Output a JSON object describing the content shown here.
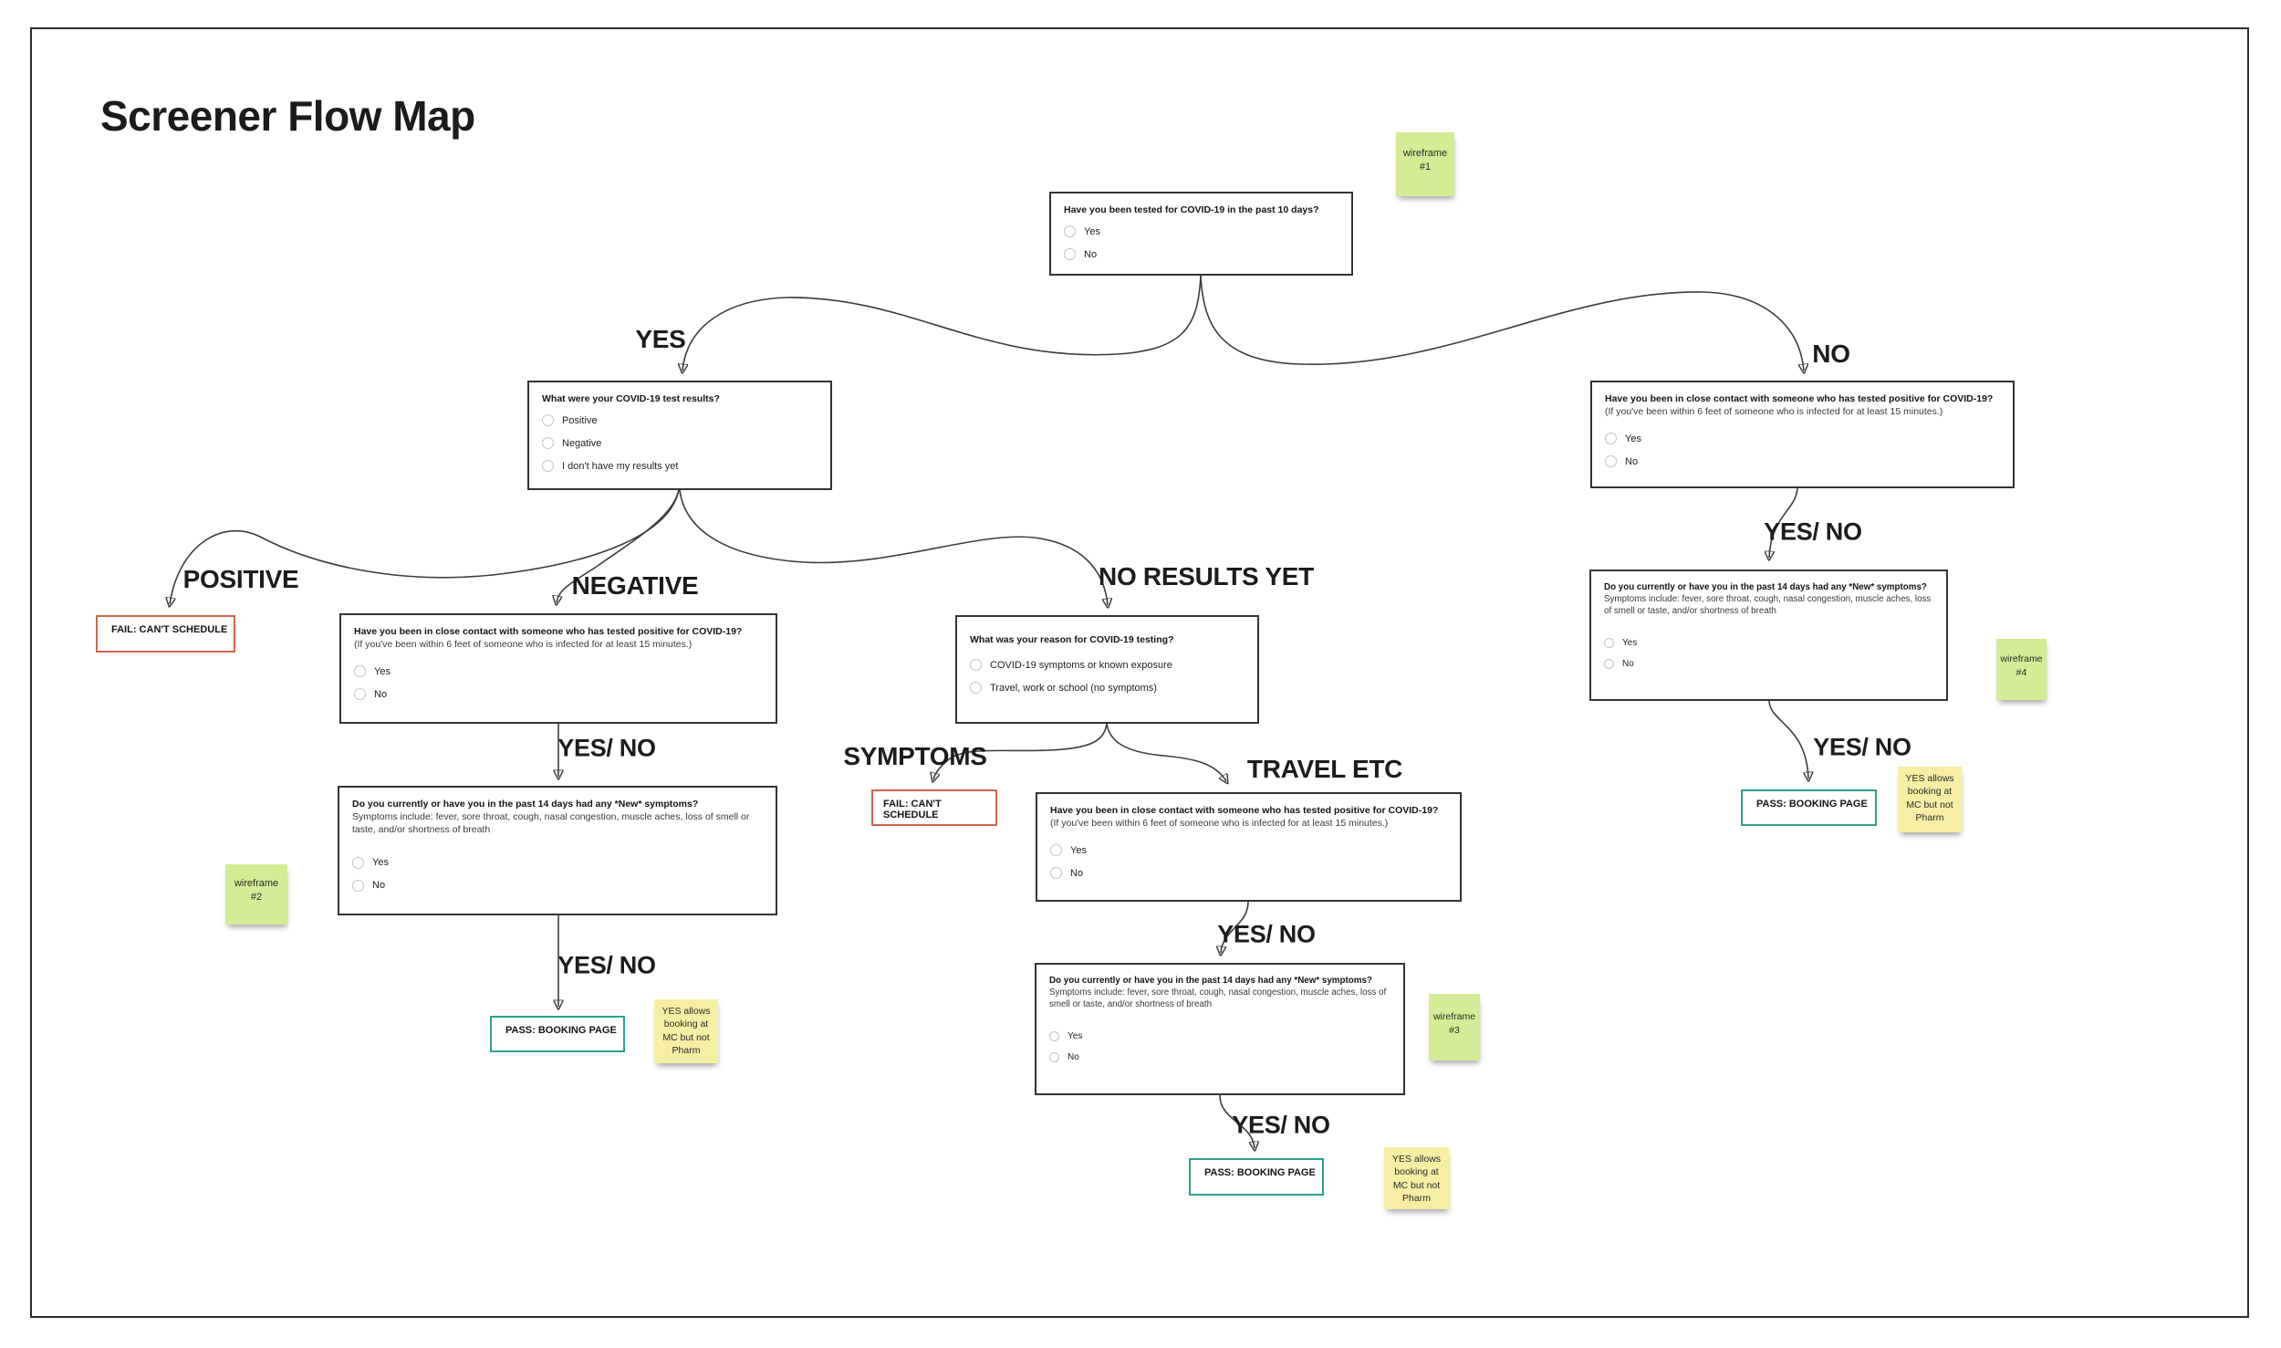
{
  "page": {
    "title": "Screener Flow Map"
  },
  "colors": {
    "fail_border": "#d0664d",
    "pass_border": "#2aa090",
    "sticky_green": "#d3ec95",
    "sticky_yellow": "#f6efa3",
    "connector_line": "#3c3c3c",
    "text": "#1a1a1a"
  },
  "edge_labels": {
    "yes": "YES",
    "no": "NO",
    "positive": "POSITIVE",
    "negative": "NEGATIVE",
    "no_results": "NO RESULTS YET",
    "symptoms": "SYMPTOMS",
    "travel": "TRAVEL ETC",
    "yes_no": "YES/ NO"
  },
  "nodes": {
    "tested": {
      "question": "Have you been tested for COVID-19 in the past 10 days?",
      "options": [
        "Yes",
        "No"
      ]
    },
    "results": {
      "question": "What were your COVID-19 test results?",
      "options": [
        "Positive",
        "Negative",
        "I don't have my results yet"
      ]
    },
    "neg_contact": {
      "question": "Have you been in close contact with someone who has tested positive for COVID-19?",
      "note": "(If you've been within 6 feet of someone who is infected for at least 15 minutes.)",
      "options": [
        "Yes",
        "No"
      ]
    },
    "neg_symptoms": {
      "question": "Do you currently or have you in the past 14 days had any *New* symptoms?",
      "note": "Symptoms include: fever, sore throat, cough, nasal congestion, muscle aches, loss of smell or taste, and/or shortness of breath",
      "options": [
        "Yes",
        "No"
      ]
    },
    "reason": {
      "question": "What was your reason for COVID-19 testing?",
      "options": [
        "COVID-19 symptoms or known exposure",
        "Travel, work or school (no symptoms)"
      ]
    },
    "travel_contact": {
      "question": "Have you been in close contact with someone who has tested positive for COVID-19?",
      "note": "(If you've been within 6 feet of someone who is infected for at least 15 minutes.)",
      "options": [
        "Yes",
        "No"
      ]
    },
    "mid_symptoms": {
      "question": "Do you currently or have you in the past 14 days had any *New* symptoms?",
      "note": "Symptoms include: fever, sore throat, cough, nasal congestion, muscle aches, loss of smell or taste, and/or shortness of breath",
      "options": [
        "Yes",
        "No"
      ]
    },
    "right_contact": {
      "question": "Have you been in close contact with someone who has tested positive for COVID-19?",
      "note": "(If you've been within 6 feet of someone who is infected for at least 15 minutes.)",
      "options": [
        "Yes",
        "No"
      ]
    },
    "right_symptoms": {
      "question": "Do you currently or have you in the past 14 days had any *New* symptoms?",
      "note": "Symptoms include: fever, sore throat, cough, nasal congestion, muscle aches, loss of smell or taste, and/or shortness of breath",
      "options": [
        "Yes",
        "No"
      ]
    }
  },
  "terminals": {
    "fail1": "FAIL: CAN'T SCHEDULE",
    "fail2": "FAIL: CAN'T SCHEDULE",
    "pass1": "PASS: BOOKING PAGE",
    "pass2": "PASS: BOOKING PAGE",
    "pass3": "PASS: BOOKING PAGE"
  },
  "stickies": {
    "wf1": {
      "line1": "wireframe",
      "line2": "#1"
    },
    "wf2": {
      "line1": "wireframe",
      "line2": "#2"
    },
    "wf3": {
      "line1": "wireframe",
      "line2": "#3"
    },
    "wf4": {
      "line1": "wireframe",
      "line2": "#4"
    },
    "note1": "YES allows booking at MC but not Pharm",
    "note2": "YES allows booking at MC but not Pharm",
    "note3": "YES allows booking at MC but not Pharm"
  }
}
